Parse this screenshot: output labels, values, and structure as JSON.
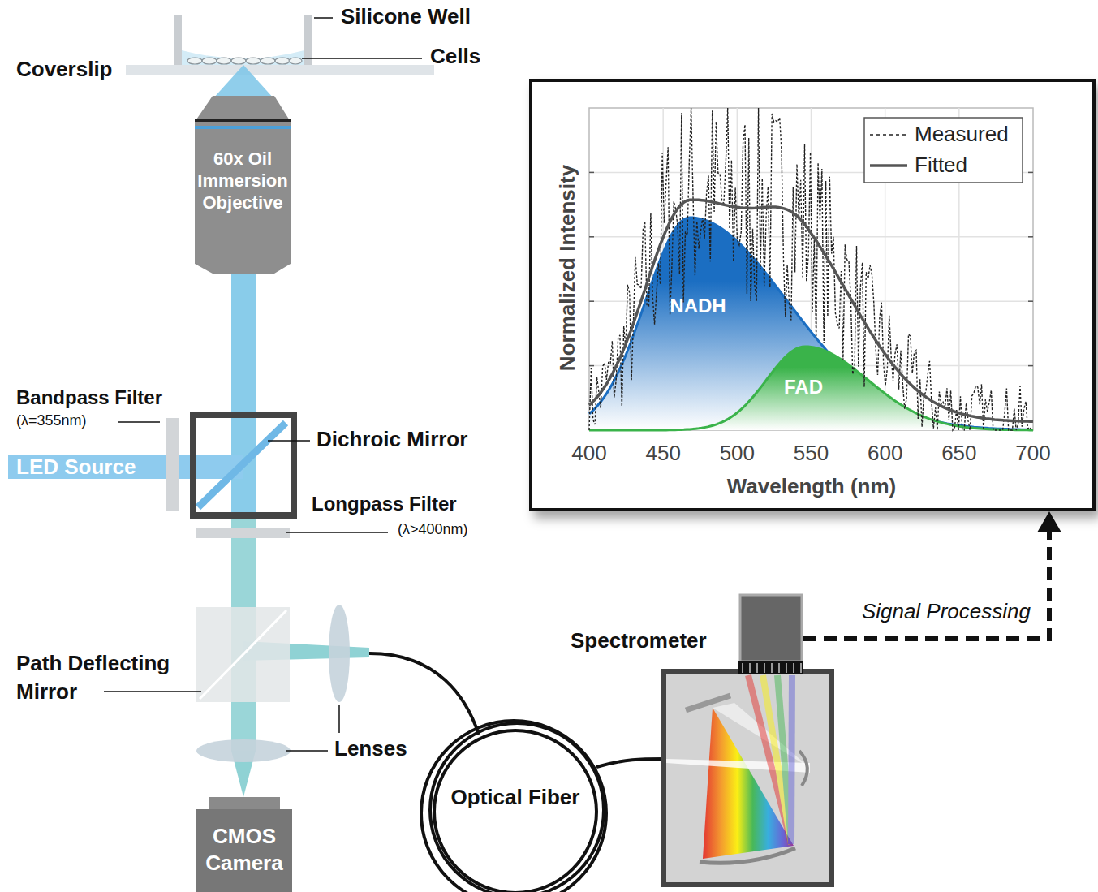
{
  "diagram": {
    "nodes": [
      {
        "text": [
          "60x Oil Immersion Objective"
        ]
      },
      {
        "text": [
          "LED Source"
        ]
      },
      {
        "text": [
          "CMOS Camera"
        ]
      },
      {
        "text": [
          "Optical Fiber"
        ]
      },
      {
        "text": [
          "Spectrometer"
        ]
      },
      {
        "text": [
          "Normalized Intensity",
          "Wavelength (nm)"
        ]
      }
    ],
    "edges": [
      {
        "from": 4,
        "to": 5,
        "arrow": "to",
        "label": "Signal Processing"
      }
    ],
    "labels": [
      "Silicone Well",
      "Cells",
      "Coverslip",
      "Bandpass Filter",
      "(λ=355nm)",
      "Dichroic Mirror",
      "Longpass Filter",
      "(λ>400nm)",
      "Path Deflecting Mirror",
      "Lenses",
      "400",
      "450",
      "500",
      "550",
      "600",
      "650",
      "700",
      "NADH",
      "FAD"
    ],
    "legend": [
      {
        "text": "Measured"
      },
      {
        "text": "Fitted"
      }
    ]
  }
}
